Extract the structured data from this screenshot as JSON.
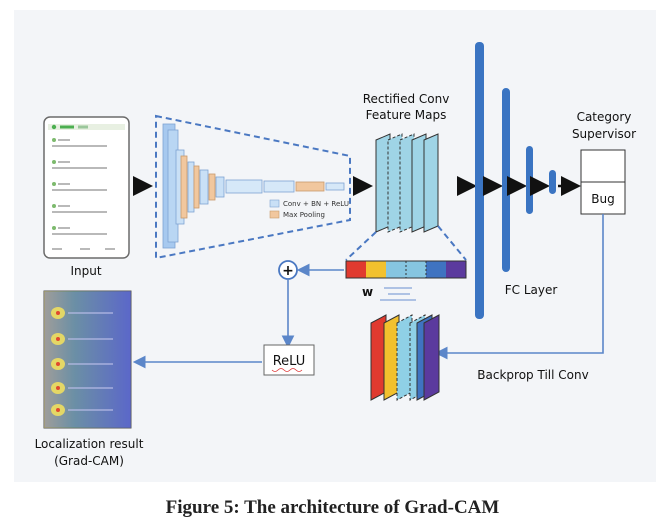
{
  "labels": {
    "input": "Input",
    "rectified_line1": "Rectified Conv",
    "rectified_line2": "Feature Maps",
    "category_line1": "Category",
    "category_line2": "Supervisor",
    "bug": "Bug",
    "fc_layer": "FC Layer",
    "weights": "w",
    "relu": "ReLU",
    "backprop": "Backprop Till Conv",
    "localization_line1": "Localization result",
    "localization_line2": "(Grad-CAM)",
    "legend_conv": "Conv + BN + ReLU",
    "legend_pool": "Max Pooling",
    "plus": "+"
  },
  "caption": "Figure 5: The architecture of Grad-CAM",
  "colors": {
    "blue_arrow": "#5b86c9",
    "fc_bar": "#3a74c2",
    "feature_map": "#9fd4e6",
    "weight_cells": [
      "#e03a2f",
      "#f2c12e",
      "#86c5e0",
      "#86c5e0",
      "#3f73c1",
      "#5b3a9e"
    ],
    "stack_colors": [
      "#e03a2f",
      "#f2c12e",
      "#8fd0e6",
      "#8fd0e6",
      "#3f73c1",
      "#5b3a9e"
    ]
  }
}
